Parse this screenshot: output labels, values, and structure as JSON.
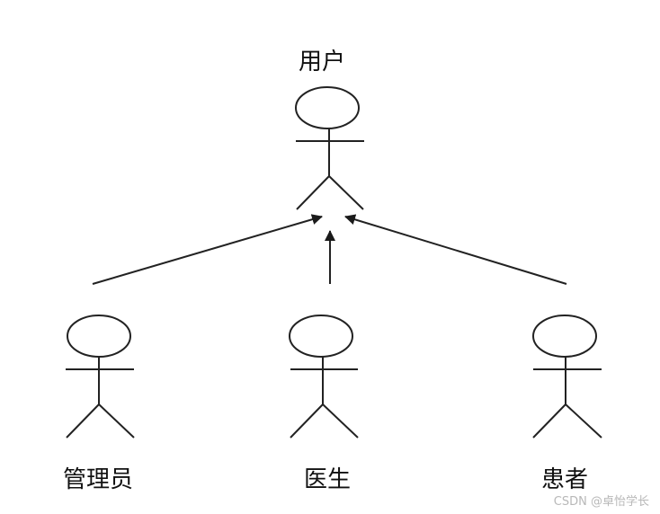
{
  "actors": {
    "user": {
      "label": "用户"
    },
    "admin": {
      "label": "管理员"
    },
    "doctor": {
      "label": "医生"
    },
    "patient": {
      "label": "患者"
    }
  },
  "relations": [
    {
      "from": "admin",
      "to": "user",
      "type": "generalization"
    },
    {
      "from": "doctor",
      "to": "user",
      "type": "generalization"
    },
    {
      "from": "patient",
      "to": "user",
      "type": "generalization"
    }
  ],
  "watermark": "CSDN @卓怡学长",
  "colors": {
    "stroke": "#222222",
    "background": "#ffffff"
  }
}
